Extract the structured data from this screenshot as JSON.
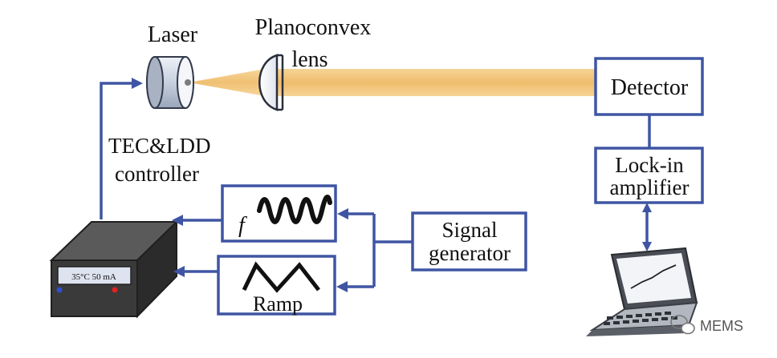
{
  "labels": {
    "laser": "Laser",
    "lens_line1": "Planoconvex",
    "lens_line2": "lens",
    "detector": "Detector",
    "lockin_line1": "Lock-in",
    "lockin_line2": "amplifier",
    "controller_line1": "TEC&LDD",
    "controller_line2": "controller",
    "signal_line1": "Signal",
    "signal_line2": "generator",
    "f_symbol": "f",
    "ramp": "Ramp",
    "display": "35°C 50 mA",
    "watermark": "MEMS"
  },
  "colors": {
    "wire": "#3f55a3",
    "beam": "#f2c57a",
    "device_body": "#3a3a3a",
    "screen": "#dde3ef"
  },
  "icons": [
    "laser-diode-icon",
    "planoconvex-lens-icon",
    "sine-wave-icon",
    "triangle-wave-icon",
    "controller-device-icon",
    "laptop-icon",
    "wechat-icon"
  ]
}
